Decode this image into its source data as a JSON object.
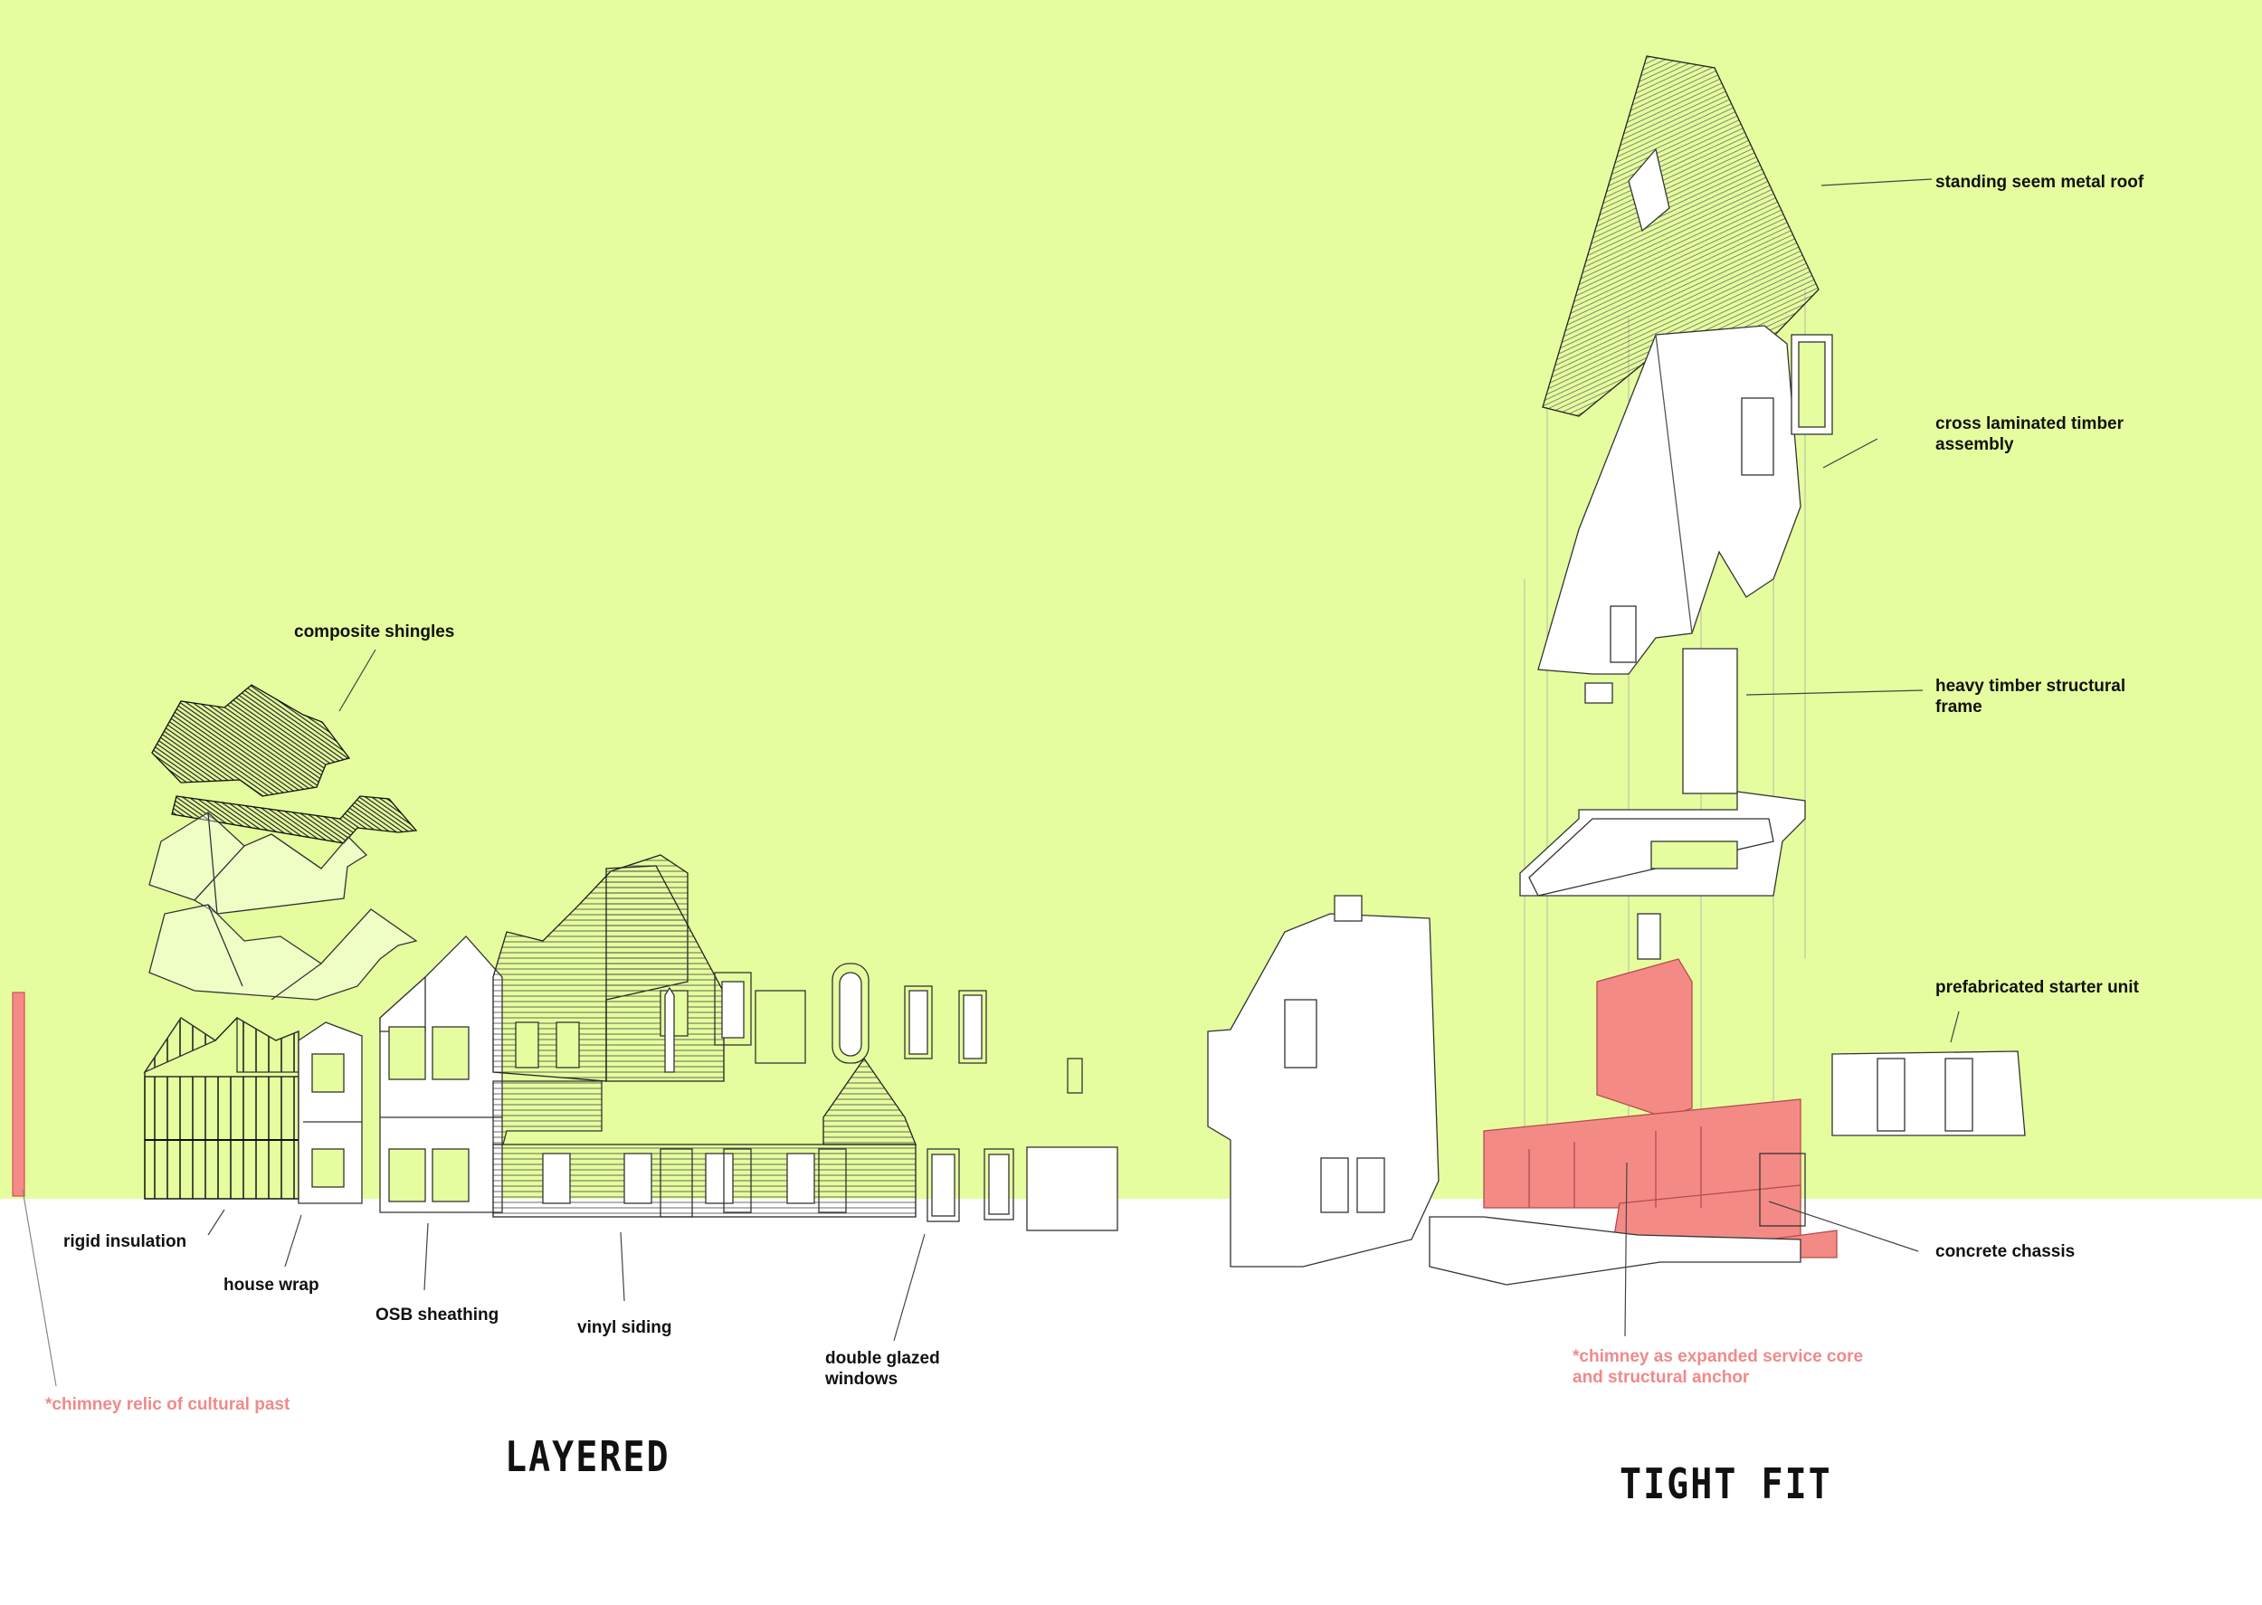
{
  "colors": {
    "background_sky": "#e5fd9e",
    "ground": "#ffffff",
    "accent_chimney": "#f48a86",
    "line": "#333333"
  },
  "left_model": {
    "title": "LAYERED",
    "labels": {
      "composite_shingles": "composite shingles",
      "rigid_insulation": "rigid insulation",
      "house_wrap": "house wrap",
      "osb_sheathing": "OSB sheathing",
      "vinyl_siding": "vinyl siding",
      "double_glazed_windows_1": "double glazed",
      "double_glazed_windows_2": "windows",
      "chimney_note": "*chimney relic of cultural past"
    }
  },
  "right_model": {
    "title": "TIGHT FIT",
    "labels": {
      "metal_roof": "standing seem metal roof",
      "clt_1": "cross laminated timber",
      "clt_2": "assembly",
      "heavy_timber_1": "heavy timber structural",
      "heavy_timber_2": "frame",
      "starter_unit": "prefabricated starter unit",
      "concrete_chassis": "concrete chassis",
      "chimney_note_1": "*chimney as expanded service core",
      "chimney_note_2": "and structural anchor"
    }
  }
}
